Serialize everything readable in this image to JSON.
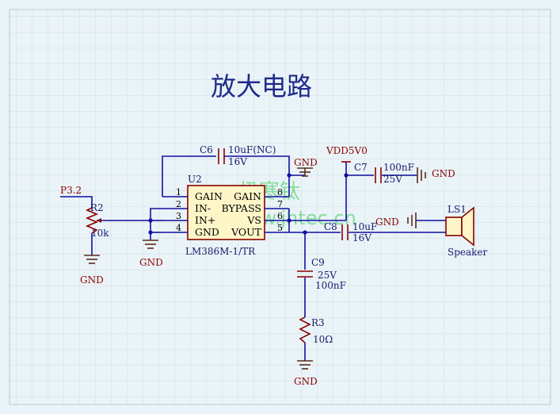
{
  "title": "放大电路",
  "watermark": {
    "line1": "极寒钛",
    "line2": "www.jhtec.cn"
  },
  "ic": {
    "ref": "U2",
    "part": "LM386M-1/TR",
    "pins": [
      {
        "num": "1",
        "name": "GAIN"
      },
      {
        "num": "2",
        "name": "IN-"
      },
      {
        "num": "3",
        "name": "IN+"
      },
      {
        "num": "4",
        "name": "GND"
      },
      {
        "num": "8",
        "name": "GAIN"
      },
      {
        "num": "7",
        "name": "BYPASS"
      },
      {
        "num": "6",
        "name": "VS"
      },
      {
        "num": "5",
        "name": "VOUT"
      }
    ]
  },
  "components": {
    "c6": {
      "ref": "C6",
      "value": "10uF(NC)",
      "voltage": "16V"
    },
    "c7": {
      "ref": "C7",
      "value": "100nF",
      "voltage": "25V"
    },
    "c8": {
      "ref": "C8",
      "value": "10uF",
      "voltage": "16V"
    },
    "c9": {
      "ref": "C9",
      "value": "100nF",
      "voltage": "25V"
    },
    "r2": {
      "ref": "R2",
      "value": "10k"
    },
    "r3": {
      "ref": "R3",
      "value": "10Ω"
    },
    "ls1": {
      "ref": "LS1",
      "value": "Speaker"
    }
  },
  "nets": {
    "input": "P3.2",
    "supply": "VDD5V0",
    "gnd": "GND"
  },
  "colors": {
    "wire": "#1010a0",
    "part": "#8b0000",
    "ground": "#5a2a1a",
    "grid": "#cfdfe8",
    "watermark": "#33cc55"
  }
}
